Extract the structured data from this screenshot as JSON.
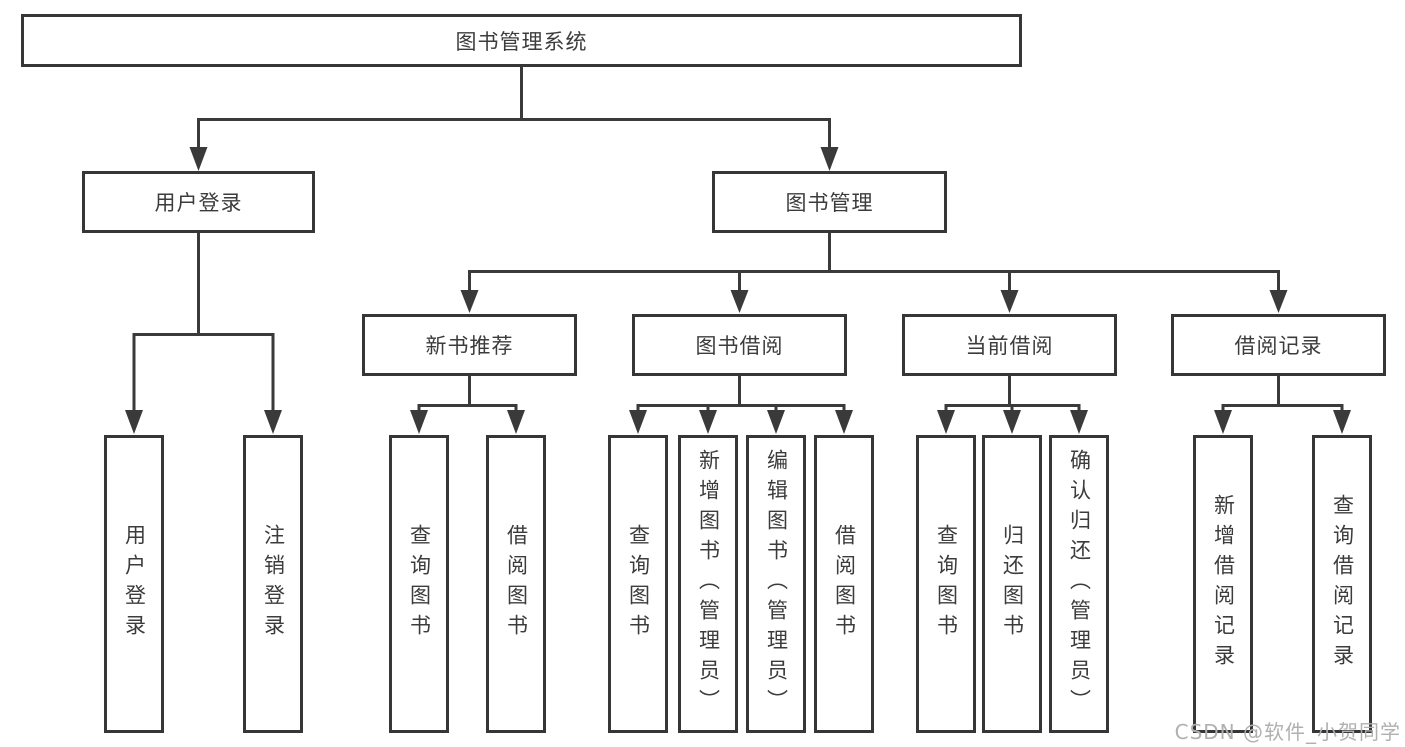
{
  "diagram": {
    "nodes": {
      "root": "图书管理系统",
      "user_login": "用户登录",
      "book_management": "图书管理",
      "new_book_recommendation": "新书推荐",
      "book_borrowing": "图书借阅",
      "current_borrowing": "当前借阅",
      "borrowing_records": "借阅记录",
      "leaf_user_login": "用户登录",
      "leaf_logout": "注销登录",
      "leaf_query_books_1": "查询图书",
      "leaf_borrow_books_1": "借阅图书",
      "leaf_query_books_2": "查询图书",
      "leaf_add_books_admin": "新增图书（管理员）",
      "leaf_edit_books_admin": "编辑图书（管理员）",
      "leaf_borrow_books_2": "借阅图书",
      "leaf_query_books_3": "查询图书",
      "leaf_return_books": "归还图书",
      "leaf_confirm_return_admin": "确认归还（管理员）",
      "leaf_add_borrow_record": "新增借阅记录",
      "leaf_query_borrow_record": "查询借阅记录"
    },
    "hierarchy": {
      "图书管理系统": {
        "用户登录": [
          "用户登录",
          "注销登录"
        ],
        "图书管理": {
          "新书推荐": [
            "查询图书",
            "借阅图书"
          ],
          "图书借阅": [
            "查询图书",
            "新增图书（管理员）",
            "编辑图书（管理员）",
            "借阅图书"
          ],
          "当前借阅": [
            "查询图书",
            "归还图书",
            "确认归还（管理员）"
          ],
          "借阅记录": [
            "新增借阅记录",
            "查询借阅记录"
          ]
        }
      }
    },
    "colors": {
      "line": "#3a3a3a",
      "border": "#363636",
      "text": "#3c3c3c",
      "watermark": "#b0b0b0",
      "background": "#ffffff"
    },
    "watermark": "CSDN @软件_小贺同学"
  }
}
